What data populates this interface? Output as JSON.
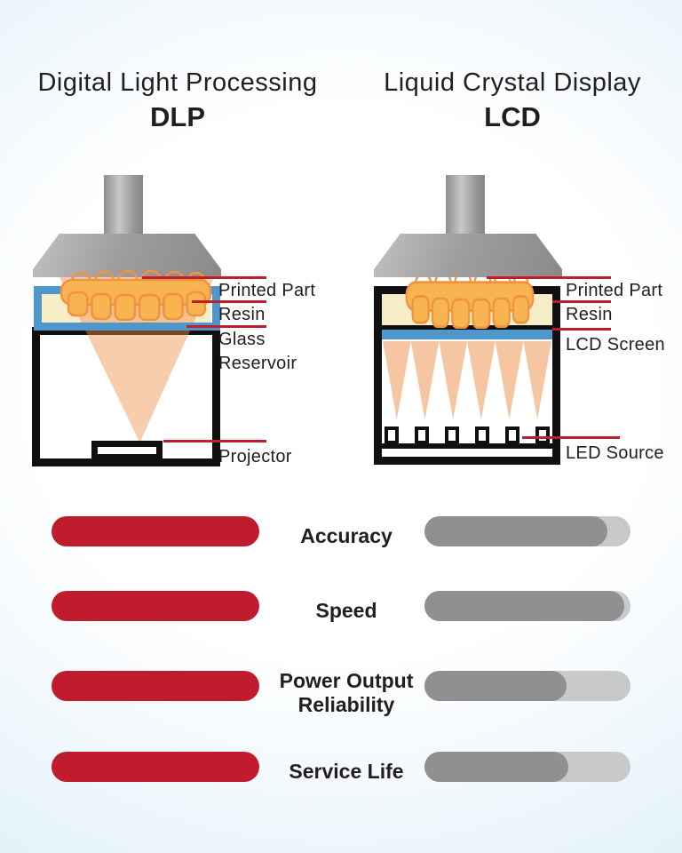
{
  "dlp": {
    "title": "Digital Light Processing",
    "abbr": "DLP",
    "callouts": [
      "Printed Part",
      "Resin",
      "Glass Reservoir",
      "Projector"
    ]
  },
  "lcd": {
    "title": "Liquid Crystal Display",
    "abbr": "LCD",
    "callouts": [
      "Printed Part",
      "Resin",
      "LCD Screen",
      "LED Source"
    ]
  },
  "comparison": {
    "rows": [
      {
        "label": "Accuracy",
        "label2": "",
        "dlp": 1.0,
        "lcd": 0.89
      },
      {
        "label": "Speed",
        "label2": "",
        "dlp": 1.0,
        "lcd": 0.97
      },
      {
        "label": "Power Output",
        "label2": "Reliability",
        "dlp": 1.0,
        "lcd": 0.69
      },
      {
        "label": "Service Life",
        "label2": "",
        "dlp": 1.0,
        "lcd": 0.7
      }
    ]
  },
  "colors": {
    "dlp_bar_red": "#c01c2d",
    "lcd_bar_fill_gray": "#909093",
    "lcd_bar_track_gray": "#c8c9cb",
    "callout_line_red": "#bf1e2d",
    "glass_blue": "#4f96cb",
    "resin_cream": "#f7edc7",
    "printed_part_orange": "#f9b452",
    "light_cone_peach": "#f6c5a2",
    "background_edge_blue": "#cfe9f7"
  }
}
